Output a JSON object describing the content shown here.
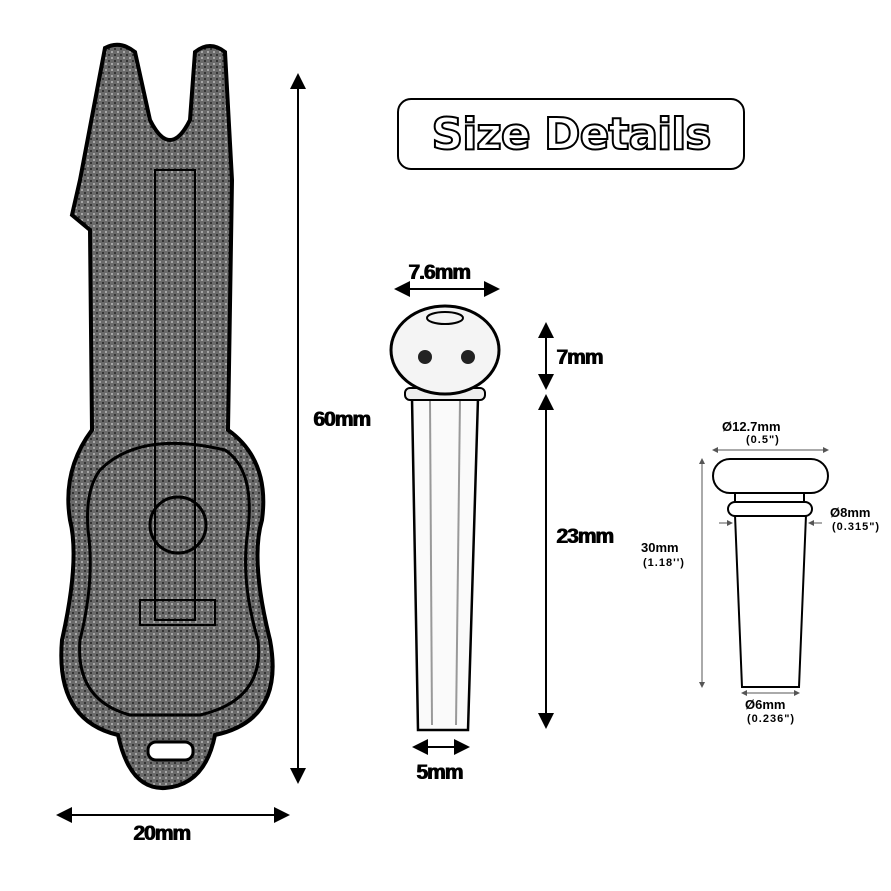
{
  "title": "Size Details",
  "puller": {
    "height_label": "60mm",
    "width_label": "20mm"
  },
  "bridge_pin": {
    "head_width_label": "7.6mm",
    "head_height_label": "7mm",
    "shaft_length_label": "23mm",
    "tip_width_label": "5mm"
  },
  "end_pin": {
    "top_diameter_label": "Ø12.7mm",
    "top_diameter_inch": "(0.5\")",
    "collar_diameter_label": "Ø8mm",
    "collar_diameter_inch": "(0.315\")",
    "length_label": "30mm",
    "length_inch": "(1.18'')",
    "bottom_diameter_label": "Ø6mm",
    "bottom_diameter_inch": "(0.236\")"
  }
}
